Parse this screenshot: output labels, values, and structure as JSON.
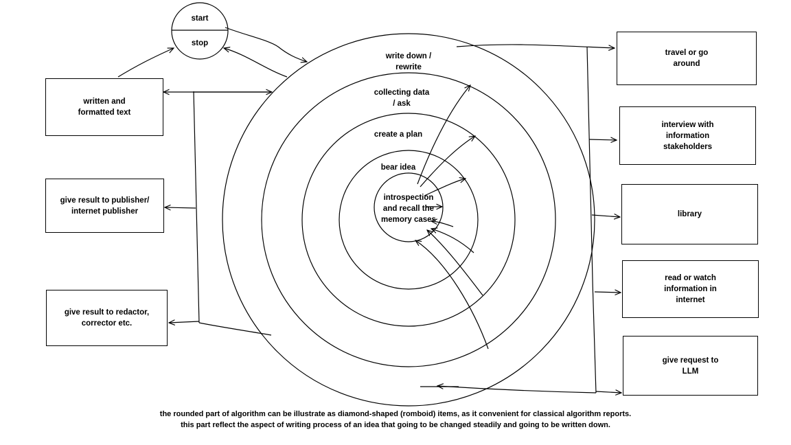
{
  "start_stop": {
    "start_label": "start",
    "stop_label": "stop"
  },
  "rings": [
    {
      "label_line1": "write down /",
      "label_line2": "rewrite"
    },
    {
      "label_line1": "collecting data",
      "label_line2": "/ ask"
    },
    {
      "label_line1": "create a plan",
      "label_line2": ""
    },
    {
      "label_line1": "bear idea",
      "label_line2": ""
    },
    {
      "label_line1": "introspection",
      "label_line2": "and recall the",
      "label_line3": "memory cases"
    }
  ],
  "left_boxes": [
    {
      "line1": "written and",
      "line2": "formatted text"
    },
    {
      "line1": "give result to publisher/",
      "line2": "internet publisher"
    },
    {
      "line1": "give result to redactor,",
      "line2": "corrector etc."
    }
  ],
  "right_boxes": [
    {
      "line1": "travel or go",
      "line2": "around",
      "line3": ""
    },
    {
      "line1": "interview with",
      "line2": "information",
      "line3": "stakeholders"
    },
    {
      "line1": "library",
      "line2": "",
      "line3": ""
    },
    {
      "line1": "read or watch",
      "line2": "information in",
      "line3": "internet"
    },
    {
      "line1": "give request to",
      "line2": "LLM",
      "line3": ""
    }
  ],
  "caption": {
    "line1": "the rounded part of algorithm can be illustrate as diamond-shaped (romboid) items, as it convenient for classical algorithm reports.",
    "line2": "this part reflect the aspect of writing process of an idea that going to be changed steadily and going to be written down."
  },
  "colors": {
    "stroke": "#000000",
    "background": "#ffffff"
  }
}
